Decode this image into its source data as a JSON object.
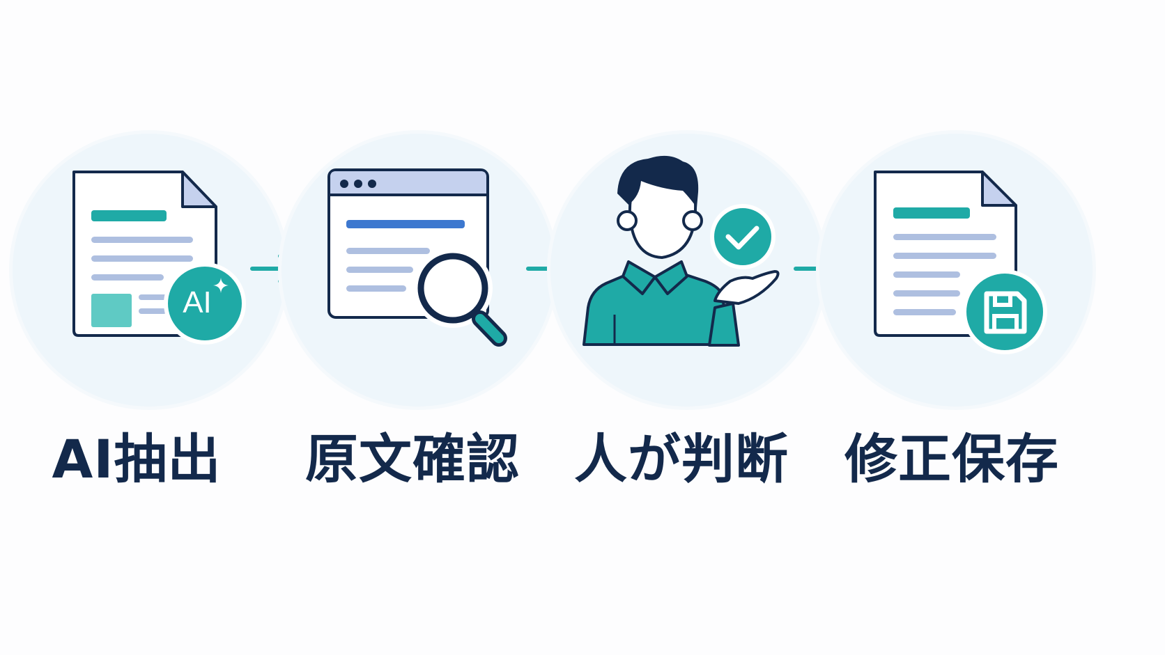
{
  "colors": {
    "navy": "#13294b",
    "teal": "#1faaa6",
    "circle_bg": "#eef6fb",
    "line_light": "#aebfe0",
    "line_blue": "#3d78cf"
  },
  "steps": [
    {
      "label": "AI抽出",
      "icon": "ai-document-icon",
      "badge_text": "AI"
    },
    {
      "label": "原文確認",
      "icon": "browser-magnifier-icon"
    },
    {
      "label": "人が判断",
      "icon": "person-check-icon"
    },
    {
      "label": "修正保存",
      "icon": "document-save-icon"
    }
  ],
  "connector": "arrow-right-icon"
}
